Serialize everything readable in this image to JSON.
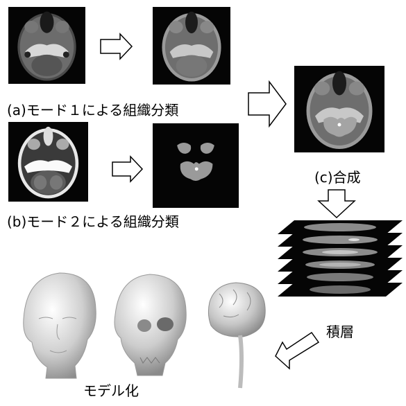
{
  "labels": {
    "mode1": "(a)モード１による組織分類",
    "mode2": "(b)モード２による組織分類",
    "synthesis": "(c)合成",
    "stacking": "積層",
    "modeling": "モデル化"
  },
  "icons": {
    "arrow": "hollow-arrow-icon"
  },
  "colors": {
    "background": "#ffffff",
    "image_bg": "#000000",
    "tissue_gray": "#8a8a8a",
    "bone_white": "#f0f0f0"
  }
}
